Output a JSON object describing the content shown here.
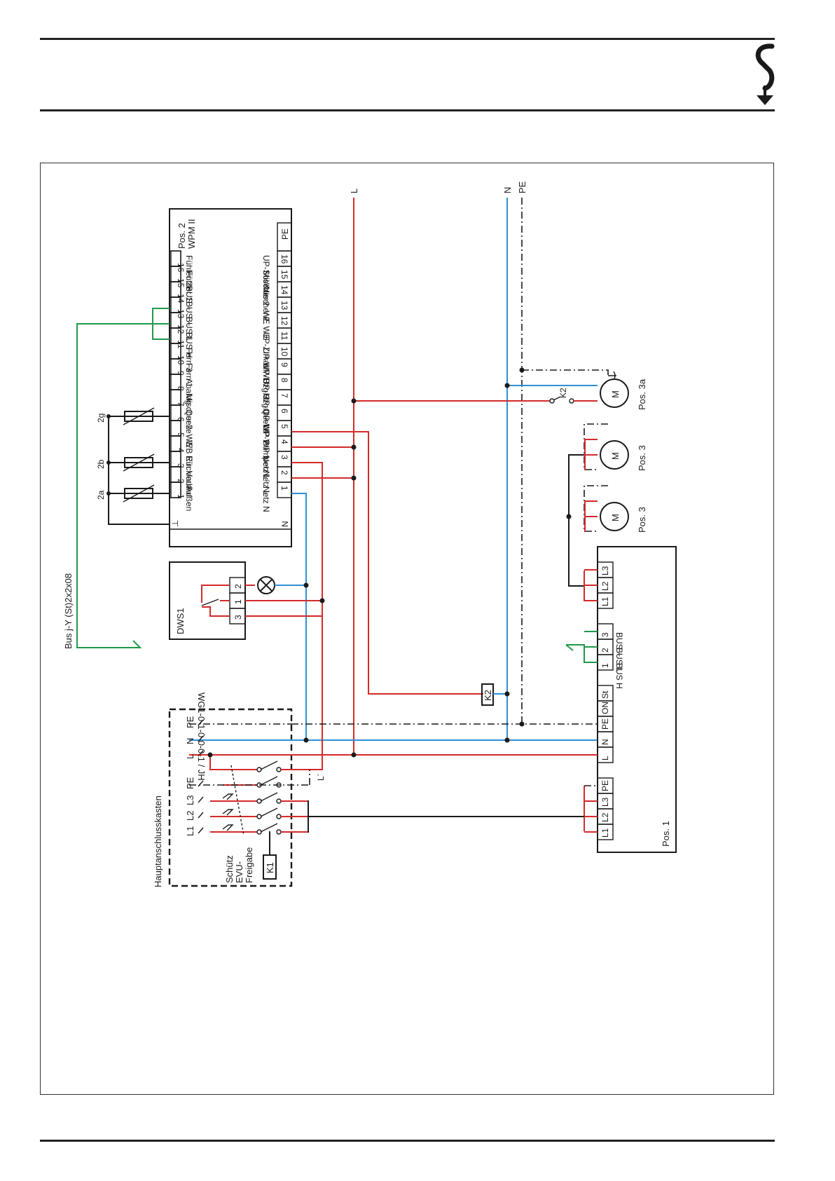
{
  "header": {
    "logo": "logo-icon"
  },
  "wpm": {
    "title": "Pos. 2",
    "model": "WPM II",
    "pe": "PE",
    "n": "N",
    "ground": "⊥",
    "inner": [
      "Fühler 2",
      "Fühler 1",
      "BUS +",
      "BUS −",
      "BUS L",
      "BUS H",
      "Fern 3",
      "Fern 1",
      "Analog",
      "Mischer",
      "Quelle",
      "2. WE",
      "WB Ein",
      "Rücklauf",
      "Vorlauf",
      "Außen"
    ],
    "nums": [
      "16",
      "15",
      "14",
      "13",
      "12",
      "11",
      "10",
      "9",
      "8",
      "7",
      "6",
      "5",
      "4",
      "3",
      "2",
      "1"
    ],
    "outer": [
      "UP-Sol/Kue",
      "Mischer−",
      "Mischer+",
      "2. WE",
      "2. WE",
      "UP-Zirkul.",
      "UP-WWB",
      "UP-Hzg.2",
      "UP-Hzg.1",
      "UP-Quelle",
      "UP-WP 2",
      "UP-WP 1",
      "Pumpen L",
      "Netz L´",
      "Netz L",
      "Netz N"
    ]
  },
  "dws": {
    "label": "DWS1",
    "terminals": [
      "2",
      "1",
      "3"
    ]
  },
  "bus": {
    "cable": "Bus j-Y (St)2x2x08"
  },
  "sensors": {
    "s2g": "2g",
    "s2b": "2b",
    "s2a": "2a"
  },
  "mains": {
    "l": "L",
    "n": "N",
    "pe": "PE"
  },
  "pumps": {
    "k2": "K2",
    "pos3a": "Pos. 3a",
    "pos3_1": "Pos. 3",
    "pos3_2": "Pos. 3",
    "motor": "M"
  },
  "unit": {
    "label": "Pos. 1",
    "top_terms": [
      "L1",
      "L2",
      "L3"
    ],
    "bus_terms": [
      "1",
      "2",
      "3"
    ],
    "bus_labels": [
      "BUS H",
      "BUS L",
      "BUS −"
    ],
    "ctrl_terms": [
      "L",
      "N",
      "PE",
      "ON",
      "St"
    ],
    "pwr_terms": [
      "L1",
      "L2",
      "L3",
      "PE"
    ]
  },
  "box": {
    "title": "Hauptanschlusskasten",
    "code": "WG1-0-1-0-0-0-1 / JH",
    "col1": [
      "L",
      "N",
      "PE"
    ],
    "col2": [
      "L1",
      "L2",
      "L3",
      "PE"
    ],
    "schuetz": [
      "Schütz",
      "EVU-",
      "Freigabe"
    ],
    "k1": "K1",
    "lprime": "L´"
  }
}
